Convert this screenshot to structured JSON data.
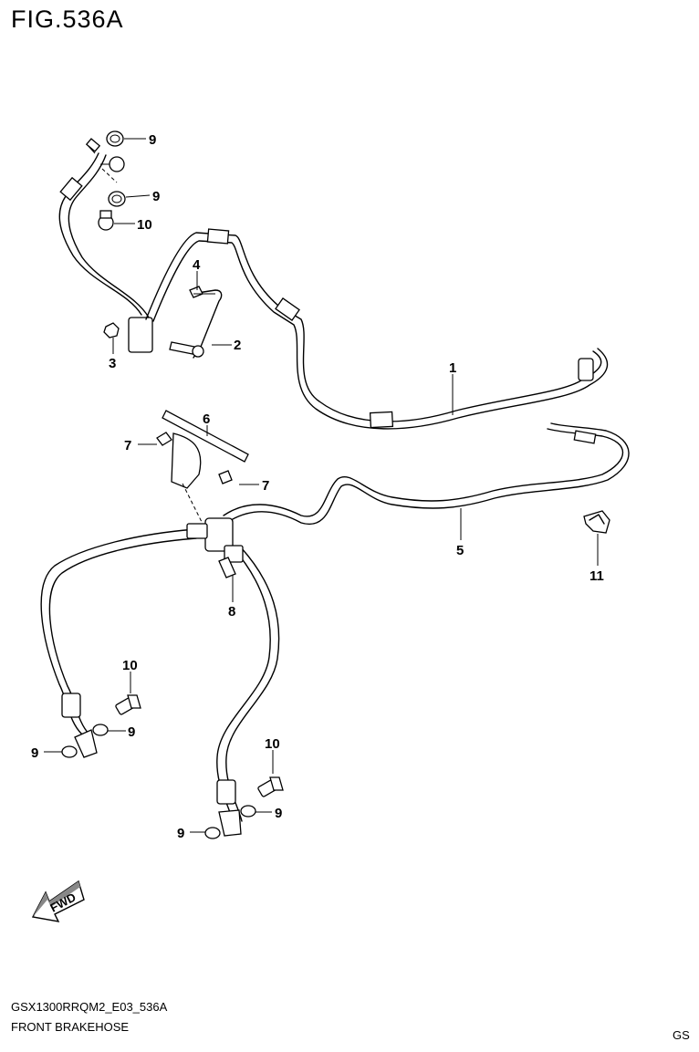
{
  "figure": {
    "title": "FIG.536A",
    "code": "GSX1300RRQM2_E03_536A",
    "name": "FRONT BRAKEHOSE",
    "region": "GS",
    "fwd_label": "FWD"
  },
  "callouts": {
    "c1": "1",
    "c2": "2",
    "c3": "3",
    "c4": "4",
    "c5": "5",
    "c6": "6",
    "c7a": "7",
    "c7b": "7",
    "c8": "8",
    "c9a": "9",
    "c9b": "9",
    "c9c": "9",
    "c9d": "9",
    "c9e": "9",
    "c9f": "9",
    "c10a": "10",
    "c10b": "10",
    "c10c": "10",
    "c11": "11"
  }
}
